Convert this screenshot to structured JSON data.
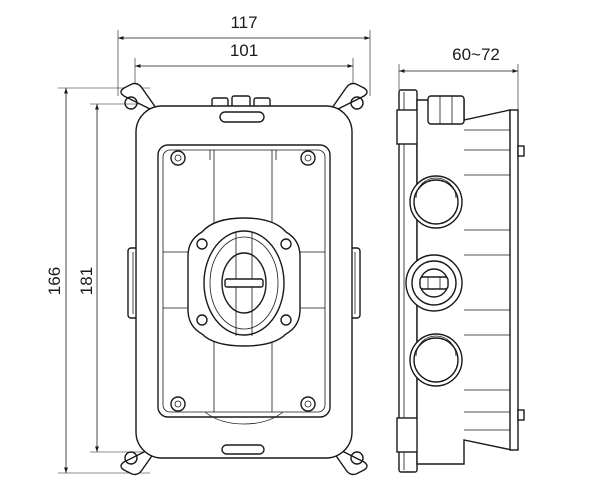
{
  "dimensions": {
    "overall_width": "117",
    "inner_width": "101",
    "overall_height": "166",
    "inner_height": "181",
    "depth_range": "60~72"
  }
}
